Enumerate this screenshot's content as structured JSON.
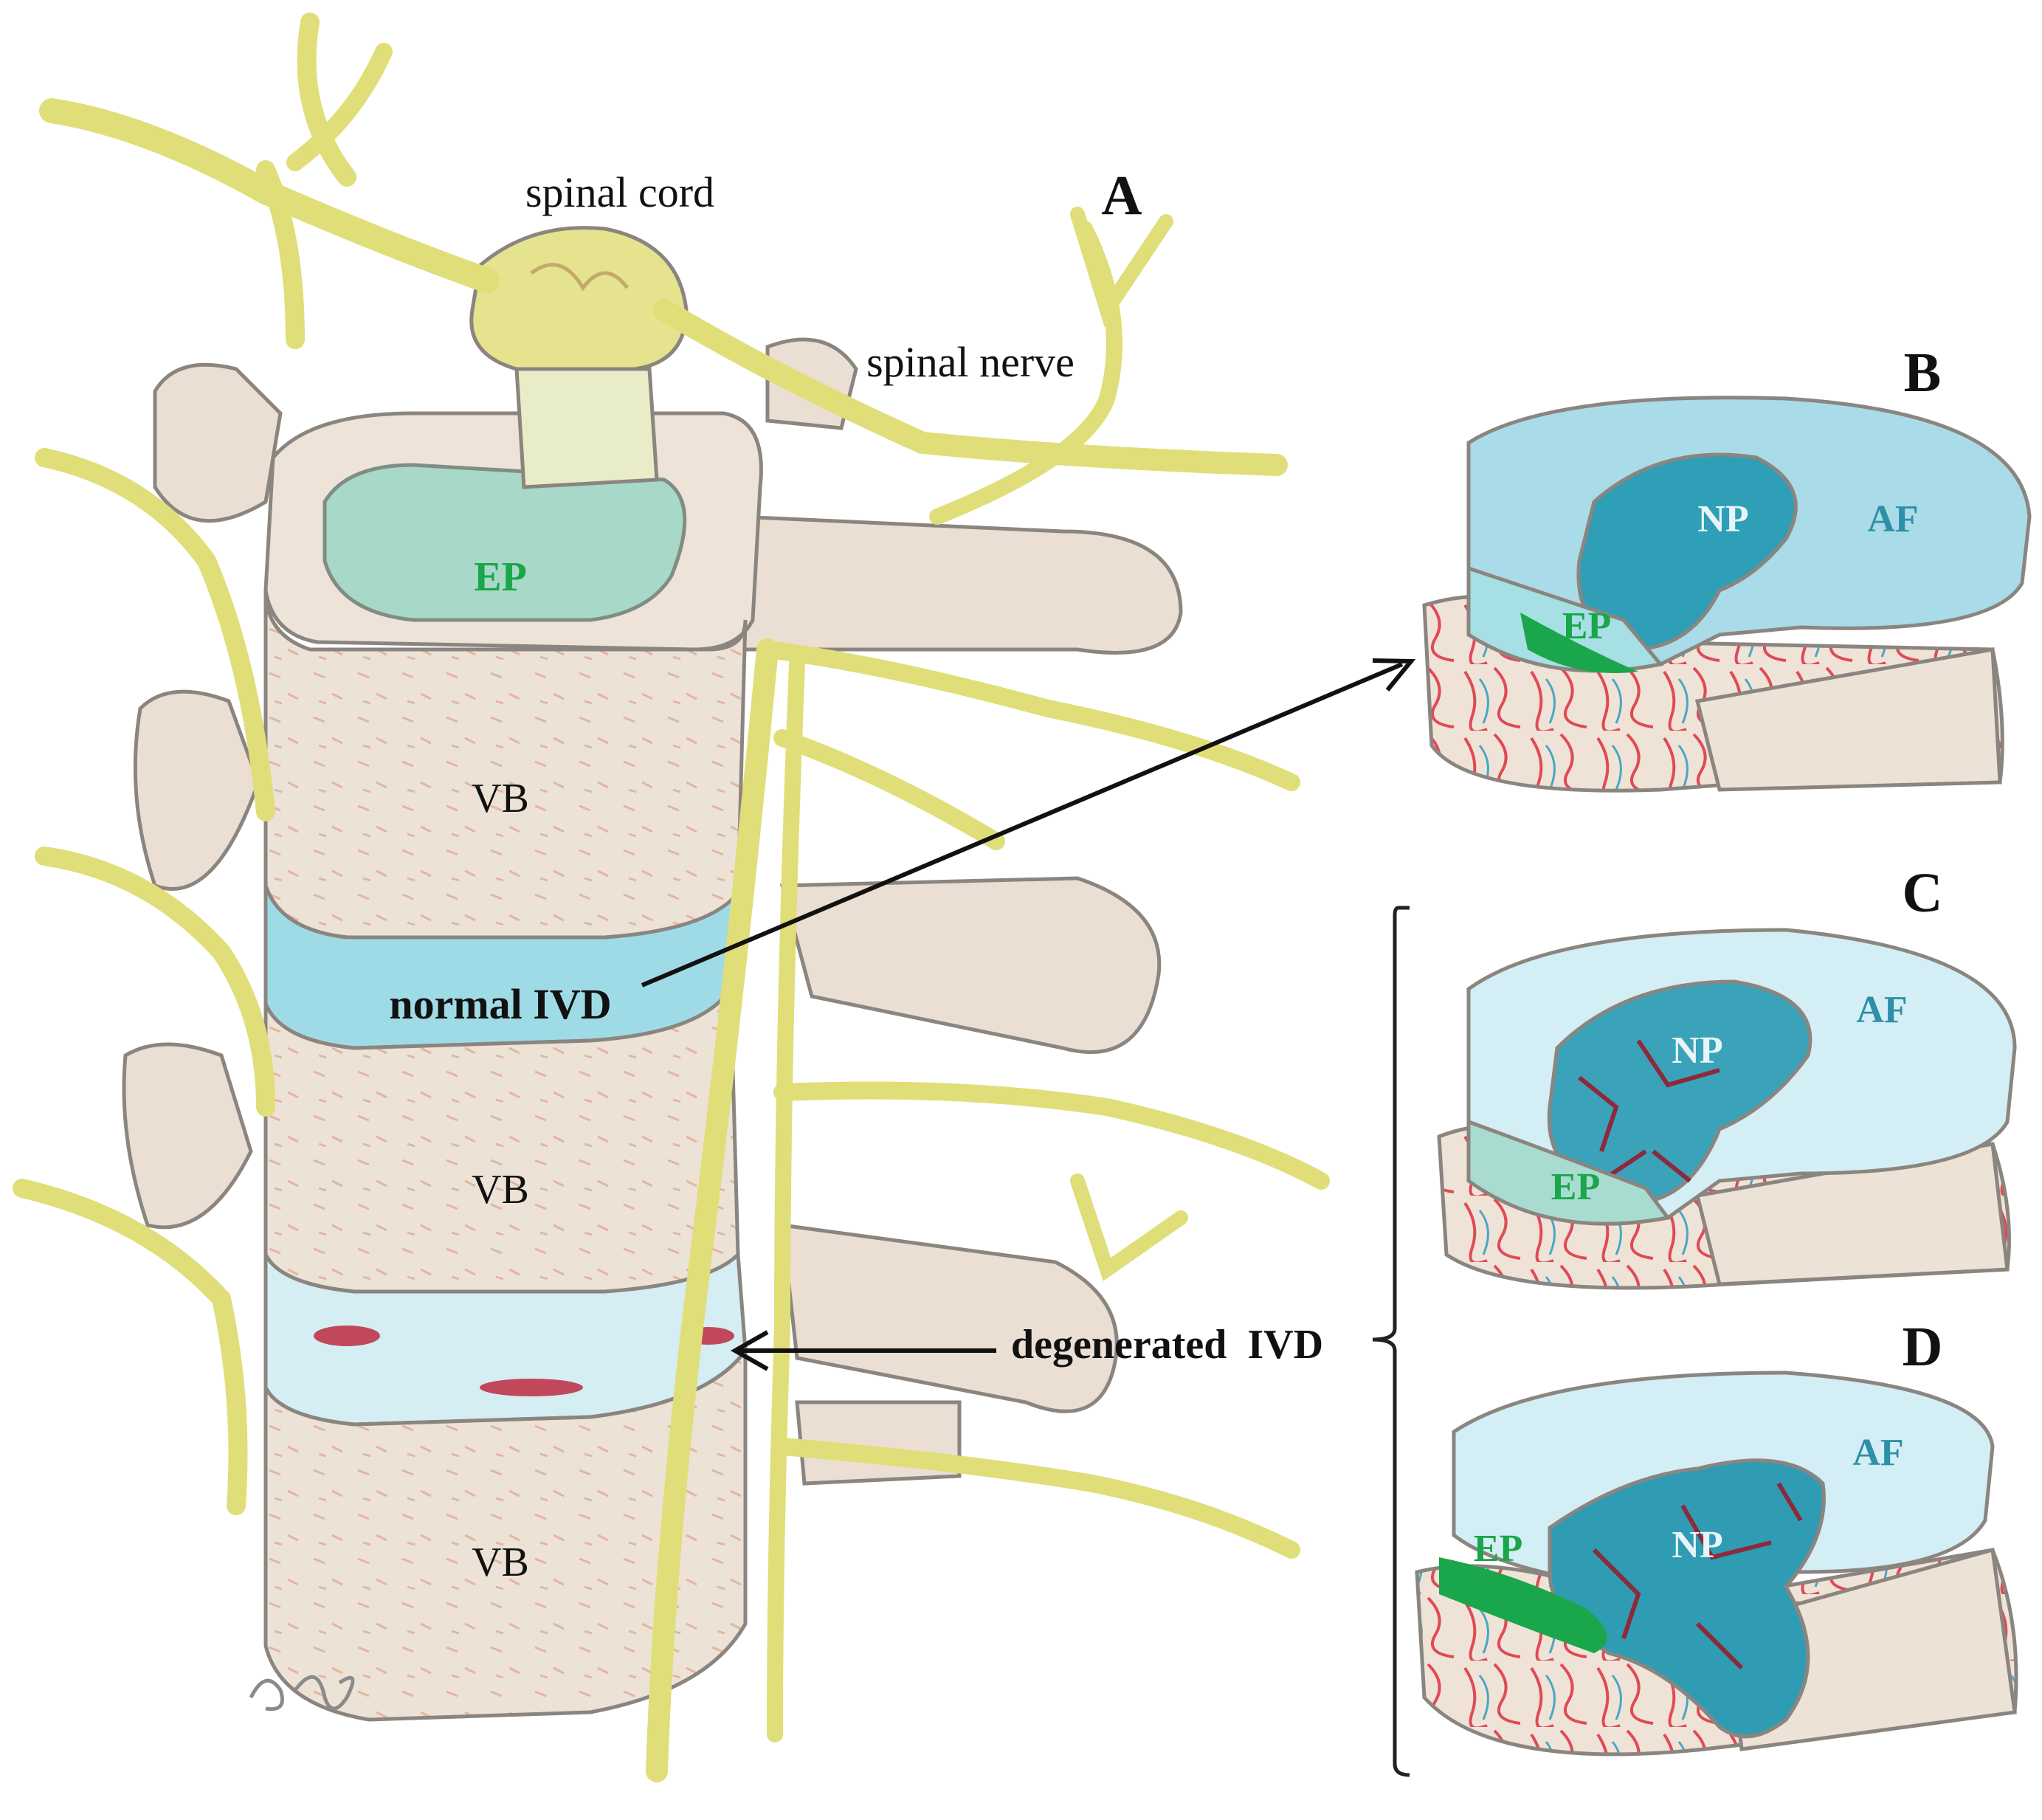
{
  "labels": {
    "spinal_cord": "spinal cord",
    "spinal_nerve": "spinal nerve",
    "ep_a": "EP",
    "vb_1": "VB",
    "vb_2": "VB",
    "vb_3": "VB",
    "normal_ivd": "normal IVD",
    "degenerated_ivd": "degenerated  IVD"
  },
  "panels": {
    "a": "A",
    "b": "B",
    "c": "C",
    "d": "D"
  },
  "panel_b": {
    "np": "NP",
    "af": "AF",
    "ep": "EP"
  },
  "panel_c": {
    "np": "NP",
    "af": "AF",
    "ep": "EP"
  },
  "panel_d": {
    "np": "NP",
    "af": "AF",
    "ep": "EP"
  },
  "colors": {
    "bone": "#ede0d2",
    "bone_shade": "#e2c7b8",
    "nerve": "#e4e27a",
    "nerve_stroke": "#b9b74a",
    "disc_normal": "#9fdbe6",
    "disc_degenerated": "#d5eef3",
    "nucleus": "#2e9fb6",
    "endplate_green": "#1aa64a",
    "vessel_red": "#e04a55",
    "outline": "#8b8580"
  }
}
